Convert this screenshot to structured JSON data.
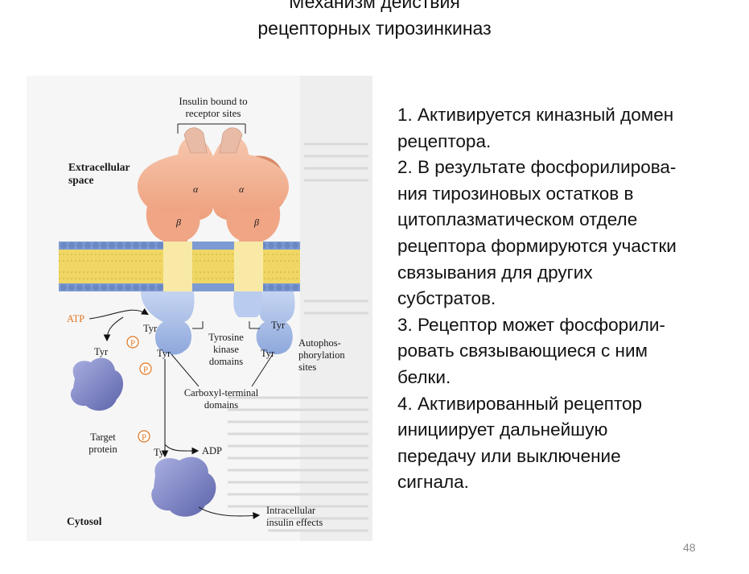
{
  "title": {
    "lines": [
      "Механизм действия",
      "рецепторных тирозинкиназ"
    ]
  },
  "figure": {
    "labels": {
      "insulin_bound_1": "Insulin bound to",
      "insulin_bound_2": "receptor sites",
      "extracellular_1": "Extracellular",
      "extracellular_2": "space",
      "alpha": "α",
      "beta": "β",
      "atp": "ATP",
      "tyr": "Tyr",
      "phospho": "P",
      "tyrosine_kinase_1": "Tyrosine",
      "tyrosine_kinase_2": "kinase",
      "tyrosine_kinase_3": "domains",
      "autophos_1": "Autophos-",
      "autophos_2": "phorylation",
      "autophos_3": "sites",
      "carboxyl_1": "Carboxyl-terminal",
      "carboxyl_2": "domains",
      "target_1": "Target",
      "target_2": "protein",
      "adp": "ADP",
      "intracellular_1": "Intracellular",
      "intracellular_2": "insulin effects",
      "cytosol": "Cytosol"
    },
    "colors": {
      "alpha_subunit": "#f4b99a",
      "beta_subunit": "#f1a988",
      "insulin": "#d9a48e",
      "membrane_lipid": "#f2dc66",
      "membrane_head": "#7f9fd3",
      "kinase_domain": "#a9bde6",
      "target_protein": "#8289c6",
      "atp_label": "#e07520",
      "phospho_label": "#e07520",
      "background_panel": "#f7f7f7"
    }
  },
  "steps": {
    "lines": [
      "1. Активируется киназный домен",
      "рецептора.",
      "2. В результате фосфорилирова-",
      "ния тирозиновых остатков в",
      "цитоплазматическом отделе",
      "рецептора формируются участки",
      "связывания для других",
      "субстратов.",
      "3. Рецептор может фосфорили-",
      "ровать связывающиеся с ним",
      "белки.",
      "4. Активированный рецептор",
      "инициирует дальнейшую",
      "передачу или выключение",
      "сигнала."
    ]
  },
  "page_number": "48"
}
